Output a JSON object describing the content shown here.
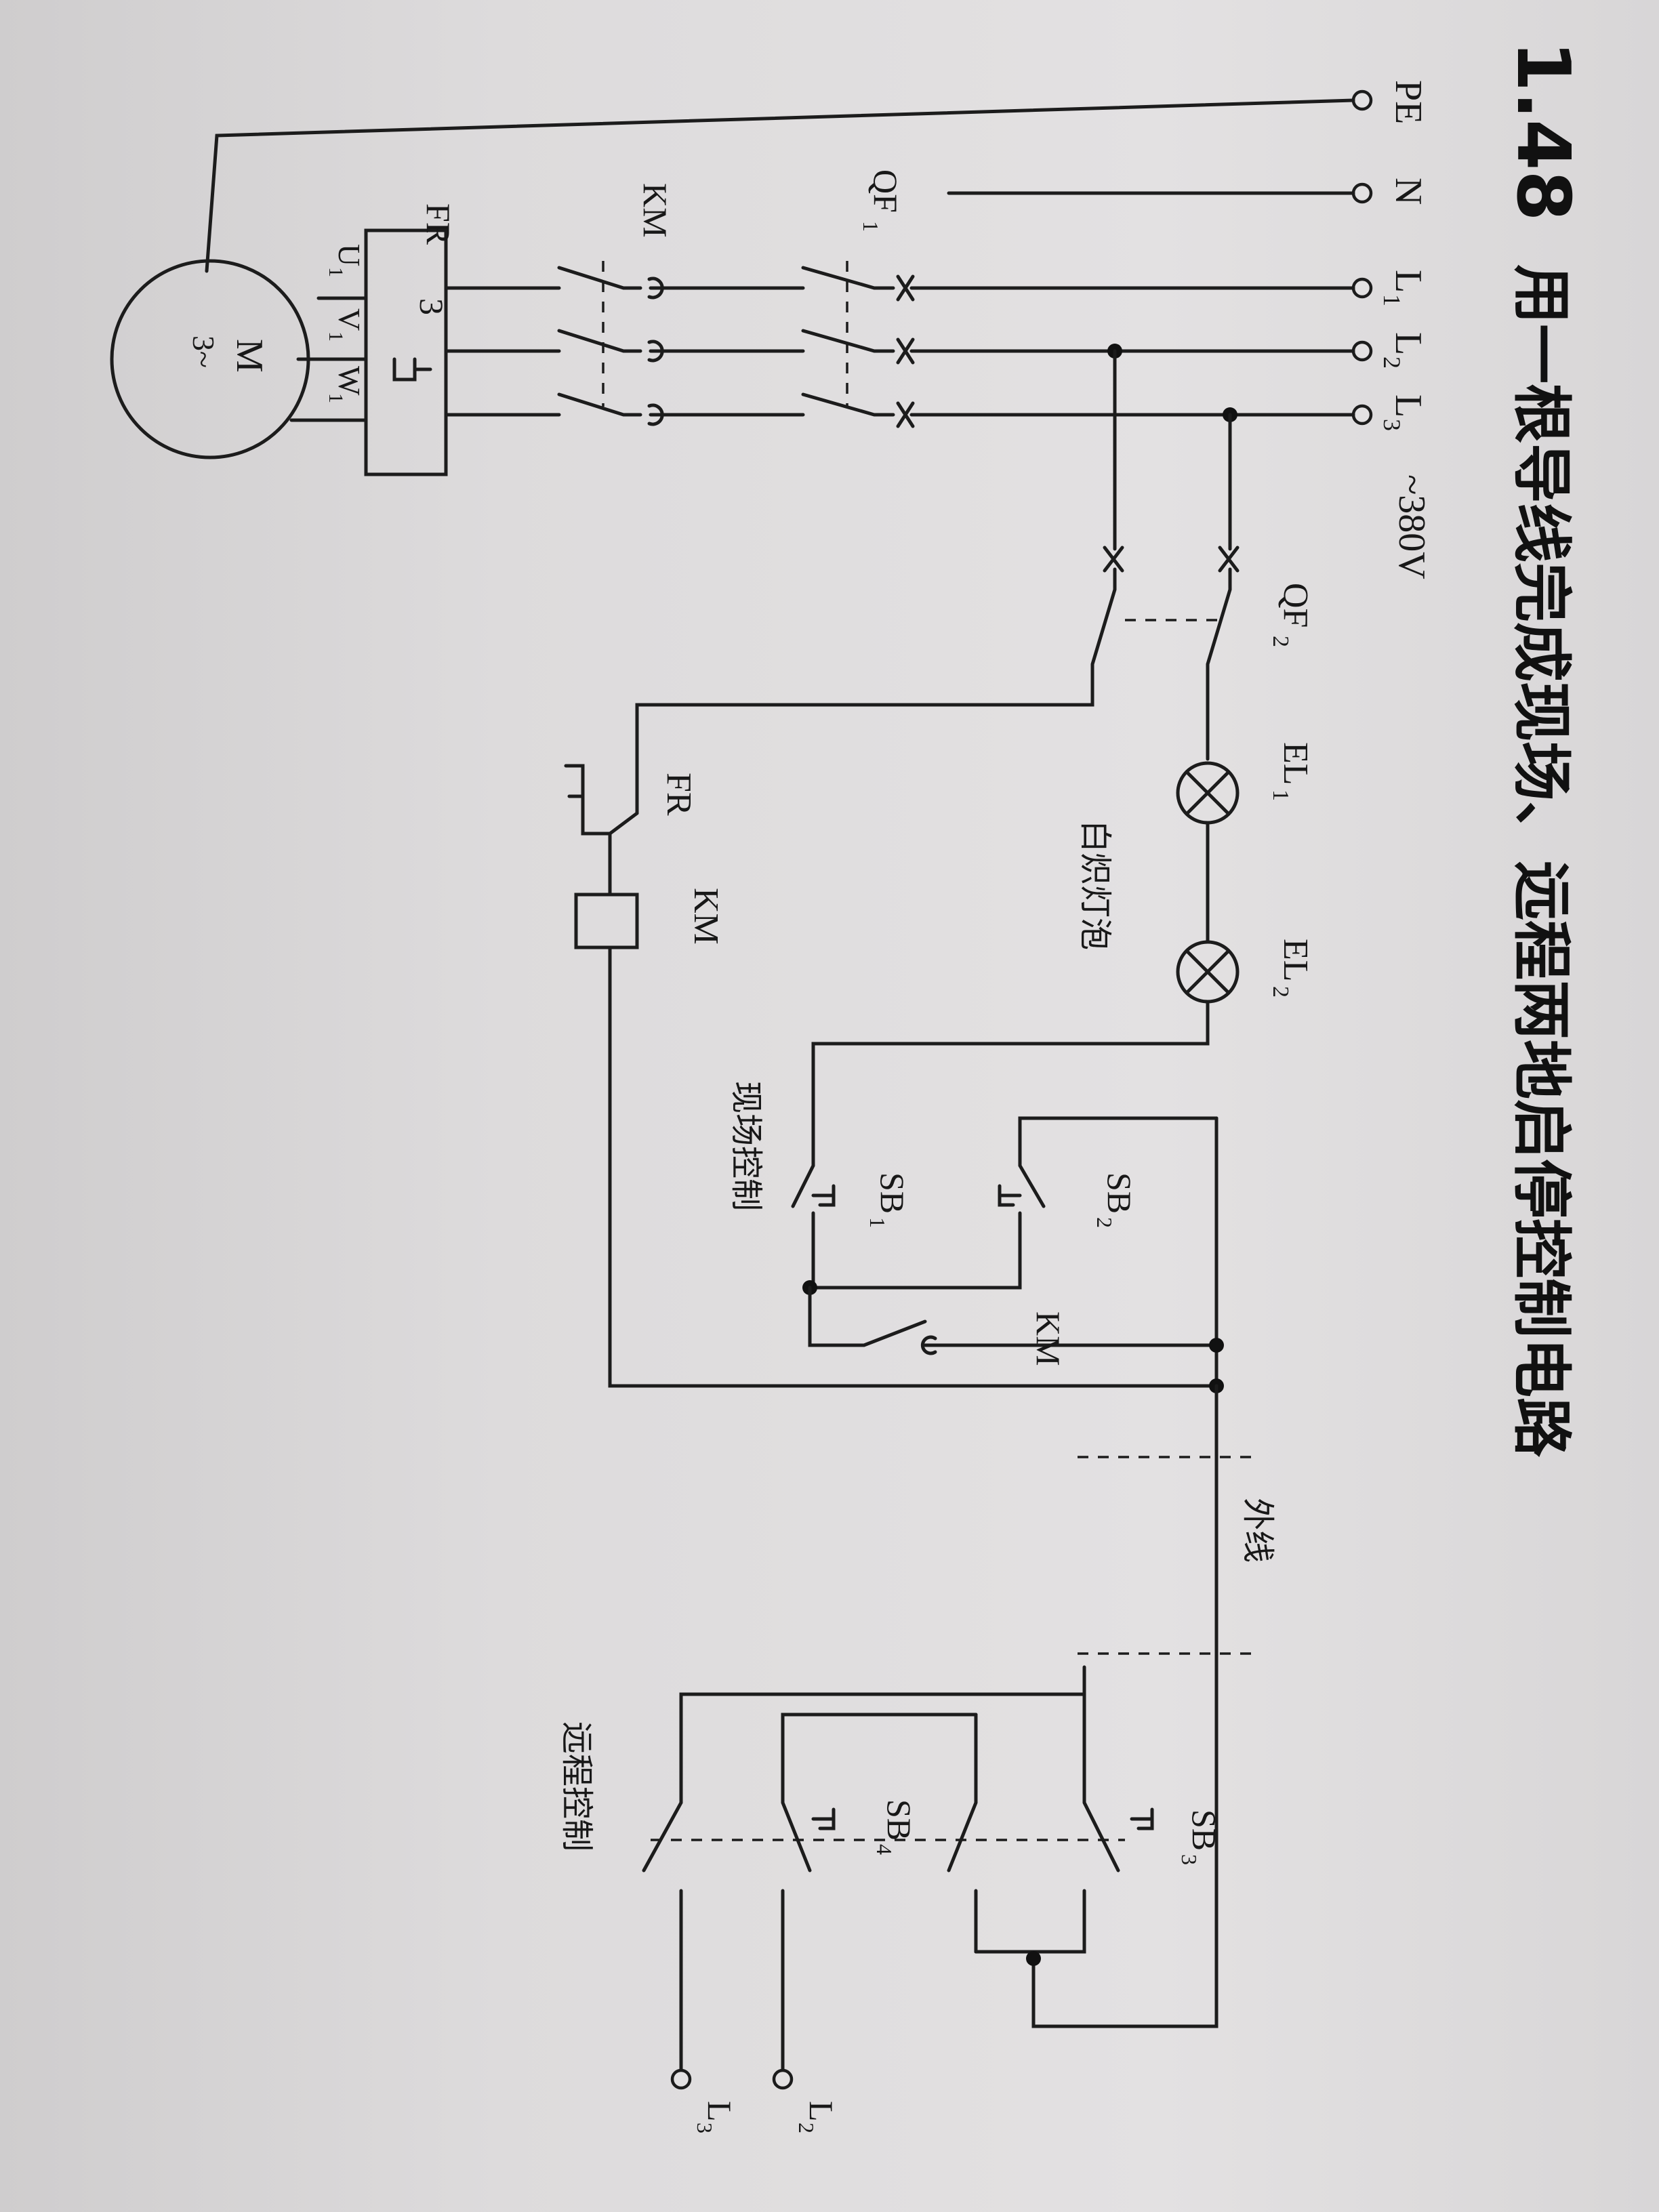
{
  "title": {
    "number": "1.48",
    "text": "用一根导线完成现场、远程两地启停控制电路"
  },
  "terminals": {
    "pe": "PE",
    "n": "N",
    "l1": "L",
    "l1_sub": "1",
    "l2": "L",
    "l2_sub": "2",
    "l3": "L",
    "l3_sub": "3",
    "voltage": "~380V"
  },
  "components": {
    "motor_label": "M",
    "motor_phase": "3~",
    "fr_top": "FR",
    "fr_count": "3",
    "u1": "U",
    "v1": "V",
    "w1": "W",
    "uvw_sub": "1",
    "km_main": "KM",
    "qf1": "QF",
    "qf1_sub": "1",
    "qf2": "QF",
    "qf2_sub": "2",
    "el1": "EL",
    "el1_sub": "1",
    "el2": "EL",
    "el2_sub": "2",
    "lamp_note": "白炽灯泡",
    "fr_contact": "FR",
    "km_coil": "KM",
    "sb1": "SB",
    "sb1_sub": "1",
    "sb2": "SB",
    "sb2_sub": "2",
    "km_aux": "KM",
    "site_control": "现场控制",
    "external_line": "外线",
    "sb3": "SB",
    "sb3_sub": "3",
    "sb4": "SB",
    "sb4_sub": "4",
    "remote_control": "远程控制",
    "remote_l2": "L",
    "remote_l2_sub": "2",
    "remote_l3": "L",
    "remote_l3_sub": "3"
  },
  "colors": {
    "ink": "#1c1c1c",
    "paper": "#e0dedf"
  }
}
